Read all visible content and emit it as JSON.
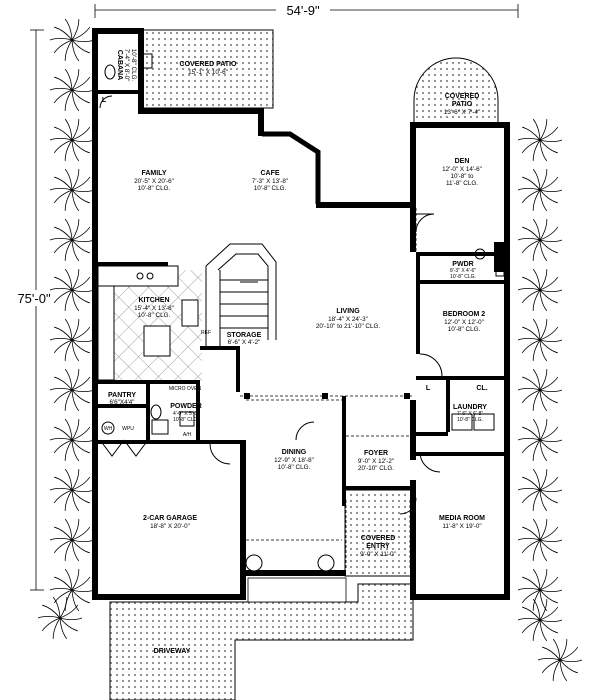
{
  "dimensions": {
    "width": "54'-9\"",
    "depth": "75'-0\""
  },
  "rooms": {
    "cabana": {
      "name": "CABANA",
      "size": "7'-4\" X 8'-0\"",
      "ceiling": "10'-8\" CLG."
    },
    "covered_patio_rear": {
      "name": "COVERED PATIO",
      "size": "15'-1\" X 10'-6\""
    },
    "family": {
      "name": "FAMILY",
      "size": "20'-5\" X 20'-6\"",
      "ceiling": "10'-8\" CLG."
    },
    "cafe": {
      "name": "CAFE",
      "size": "7'-3\" X 13'-8\"",
      "ceiling": "10'-8\" CLG."
    },
    "covered_patio_side": {
      "name": "COVERED",
      "name2": "PATIO",
      "size": "13'-6\" X 7'-4\""
    },
    "den": {
      "name": "DEN",
      "size": "12'-0\" X 14'-6\"",
      "ceiling1": "10'-8\" to",
      "ceiling2": "11'-8\" CLG."
    },
    "pwdr": {
      "name": "PWDR",
      "size": "8'-3\" X 4'-6\"",
      "ceiling": "10'-8\" CLG."
    },
    "kitchen": {
      "name": "KITCHEN",
      "size": "15'-4\" X 13'-8\"",
      "ceiling": "10'-8\" CLG."
    },
    "living": {
      "name": "LIVING",
      "size": "18'-4\" X 24'-3\"",
      "ceiling": "20'-10\" to 21'-10\" CLG."
    },
    "storage": {
      "name": "STORAGE",
      "size": "6'-6\" X 4'-2\""
    },
    "bedroom2": {
      "name": "BEDROOM 2",
      "size": "12'-0\" X 12'-0\"",
      "ceiling": "10'-8\" CLG."
    },
    "pantry": {
      "name": "PANTRY",
      "size": "6'6\"X4'4\""
    },
    "powder": {
      "name": "POWDER",
      "size": "4'-0\" X 5'-5\"",
      "ceiling": "10'-8\" CLG."
    },
    "dining": {
      "name": "DINING",
      "size": "12'-9\" X 18'-8\"",
      "ceiling": "10'-8\" CLG."
    },
    "foyer": {
      "name": "FOYER",
      "size": "9'-0\" X 12'-2\"",
      "ceiling": "20'-10\" CLG."
    },
    "laundry": {
      "name": "LAUNDRY",
      "size": "7'-6\" X 6'-8\"",
      "ceiling": "10'-8\" CLG."
    },
    "garage": {
      "name": "2-CAR GARAGE",
      "size": "18'-8\" X 20'-0\""
    },
    "covered_entry": {
      "name": "COVERED",
      "name2": "ENTRY",
      "size": "9'-0\" X 11'-0\""
    },
    "media": {
      "name": "MEDIA ROOM",
      "size": "11'-8\" X 19'-0\""
    },
    "driveway": {
      "name": "DRIVEWAY"
    }
  },
  "fixtures": {
    "closet_l1": "L",
    "closet_l2": "L",
    "closet_cl": "CL.",
    "ref": "REF",
    "micro": "MICRO OVEN",
    "wh": "WH",
    "wpu": "WPU",
    "ah": "A/H"
  }
}
